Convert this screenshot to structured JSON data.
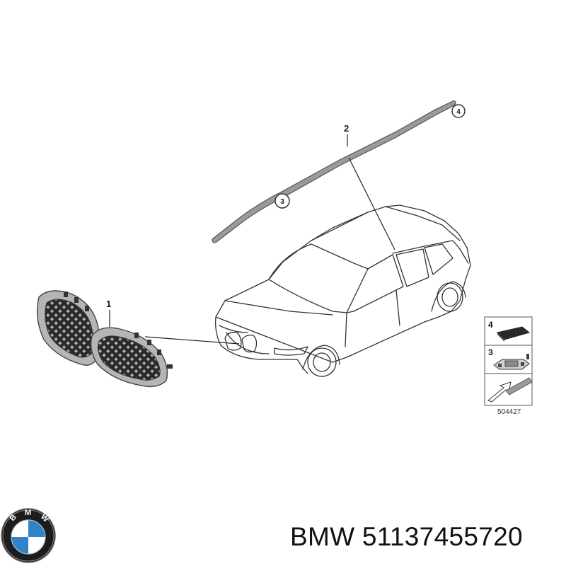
{
  "callouts": {
    "part1": "1",
    "part2": "2",
    "part3": "3",
    "part4": "4"
  },
  "legend": {
    "item4": "4",
    "item3": "3",
    "reference_number": "504427"
  },
  "brand_logo": {
    "letters": "BMW",
    "colors": {
      "blue": "#2f84c9",
      "white": "#ffffff",
      "ring": "#1c1c1c"
    }
  },
  "footer": {
    "brand": "BMW",
    "part_number": "51137455720"
  }
}
